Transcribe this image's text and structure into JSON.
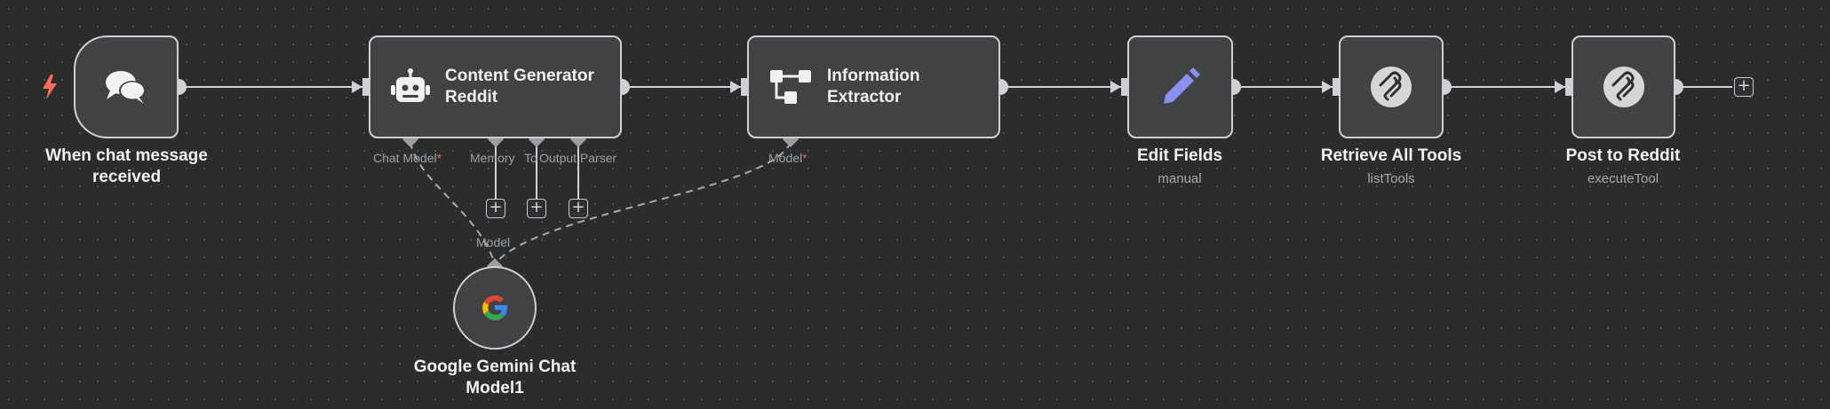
{
  "nodes": {
    "chat_trigger": {
      "title": "When chat message received"
    },
    "content_generator": {
      "title": "Content Generator Reddit"
    },
    "info_extractor": {
      "title": "Information Extractor"
    },
    "edit_fields": {
      "title": "Edit Fields",
      "subtitle": "manual"
    },
    "retrieve_tools": {
      "title": "Retrieve All Tools",
      "subtitle": "listTools"
    },
    "post_reddit": {
      "title": "Post to Reddit",
      "subtitle": "executeTool"
    },
    "gemini": {
      "title": "Google Gemini Chat Model1"
    }
  },
  "ports": {
    "chat_model": "Chat Model",
    "memory": "Memory",
    "tool": "To",
    "output_parser": "Output Parser",
    "extractor_model": "Model",
    "gemini_model": "Model",
    "required_mark": "*"
  },
  "add_symbol": "+",
  "colors": {
    "canvas_bg": "#2c2c2c",
    "node_bg": "#414244",
    "node_border": "#cfd0d4",
    "trigger_bolt": "#ff6d5a",
    "edit_icon": "#8b8ff0",
    "required": "#ff5a5a"
  },
  "icons": {
    "chat_trigger": "chat-bubbles-icon",
    "content_generator": "robot-icon",
    "info_extractor": "tree-structure-icon",
    "edit_fields": "pencil-icon",
    "retrieve_tools": "mcp-icon",
    "post_reddit": "mcp-icon",
    "gemini": "google-g-icon",
    "trigger": "lightning-bolt-icon"
  }
}
